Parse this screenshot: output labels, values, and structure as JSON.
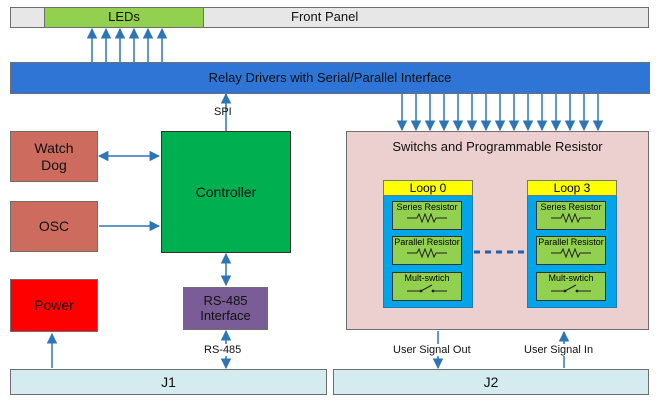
{
  "front_panel": {
    "leds_label": "LEDs",
    "title": "Front Panel"
  },
  "relay_drivers": {
    "label": "Relay Drivers with Serial/Parallel Interface"
  },
  "spi": {
    "label": "SPI"
  },
  "watchdog": {
    "label": "Watch Dog"
  },
  "osc": {
    "label": "OSC"
  },
  "power": {
    "label": "Power"
  },
  "controller": {
    "label": "Controller"
  },
  "rs485_interface": {
    "label": "RS-485 Interface"
  },
  "rs485_bus": {
    "label": "RS-485"
  },
  "switches_panel": {
    "title": "Switchs and Programmable Resistor",
    "loops": [
      {
        "title": "Loop 0",
        "items": [
          {
            "label": "Series Resistor",
            "icon": "resistor-icon"
          },
          {
            "label": "Parallel Resistor",
            "icon": "resistor-icon"
          },
          {
            "label": "Mult-swtich",
            "icon": "switch-icon"
          }
        ]
      },
      {
        "title": "Loop 3",
        "items": [
          {
            "label": "Series Resistor",
            "icon": "resistor-icon"
          },
          {
            "label": "Parallel Resistor",
            "icon": "resistor-icon"
          },
          {
            "label": "Mult-swtich",
            "icon": "switch-icon"
          }
        ]
      }
    ]
  },
  "signals": {
    "out": "User Signal Out",
    "in": "User Signal In"
  },
  "connectors": {
    "j1": "J1",
    "j2": "J2"
  },
  "colors": {
    "relay_bar": "#2e75d6",
    "arrow": "#2e75b6",
    "led": "#92d050",
    "front_panel": "#e7e7e7",
    "controller": "#00b050",
    "peripheral": "#cd6b5f",
    "power": "#ff0000",
    "rs485_interface": "#7a5c96",
    "switch_panel": "#ecd0cf",
    "loop_frame": "#00a6e8",
    "loop_title": "#ffff00",
    "connector": "#d4ebef"
  }
}
